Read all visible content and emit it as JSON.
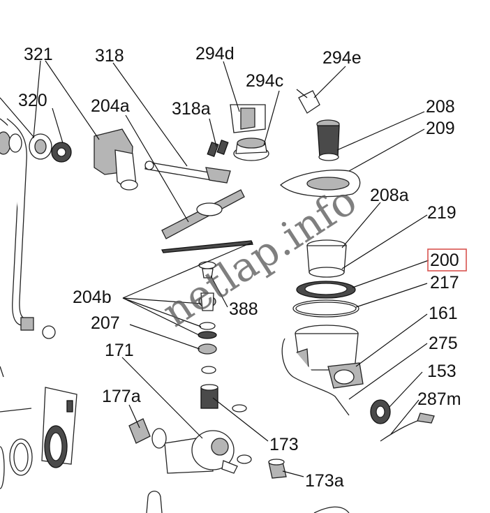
{
  "watermark": "netlap.info",
  "highlighted_label": "200",
  "labels": {
    "l321": "321",
    "l318": "318",
    "l294d": "294d",
    "l294e": "294e",
    "l320": "320",
    "l204a": "204a",
    "l318a": "318a",
    "l294c": "294c",
    "l208": "208",
    "l209": "209",
    "l208a": "208a",
    "l219": "219",
    "l200": "200",
    "l217": "217",
    "l204b": "204b",
    "l388": "388",
    "l161": "161",
    "l207": "207",
    "l275": "275",
    "l171": "171",
    "l153": "153",
    "l177a": "177a",
    "l287m": "287m",
    "l173": "173",
    "l173a": "173a"
  },
  "colors": {
    "line": "#111111",
    "part_fill": "#b5b5b5",
    "dark_fill": "#4a4a4a",
    "highlight_border": "#d9534f",
    "watermark": "#555555"
  }
}
